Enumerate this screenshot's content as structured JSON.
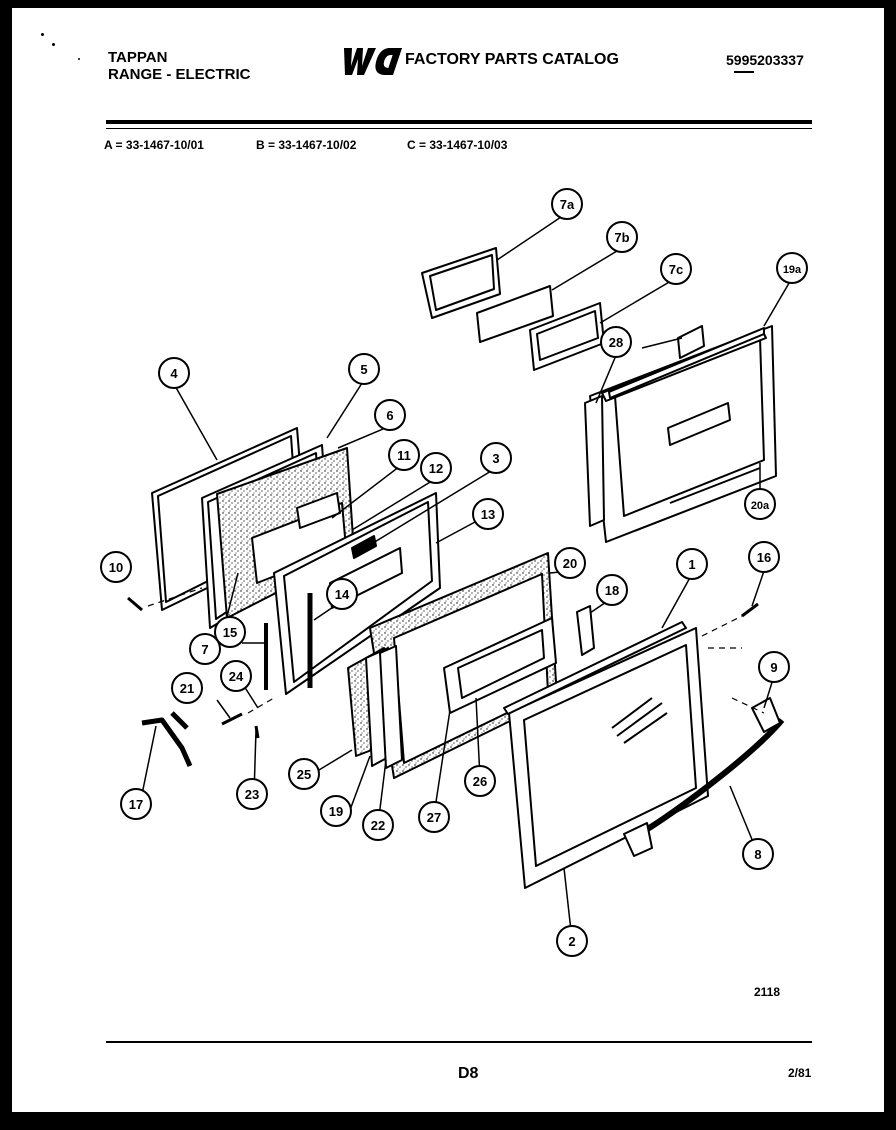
{
  "header": {
    "brand": "TAPPAN",
    "product": "RANGE - ELECTRIC",
    "logo_text": "WCI",
    "catalog_title": "FACTORY PARTS CATALOG",
    "catalog_number": "5995203337"
  },
  "models": {
    "a": "A = 33-1467-10/01",
    "b": "B = 33-1467-10/02",
    "c": "C = 33-1467-10/03"
  },
  "callouts": [
    "7a",
    "7b",
    "7c",
    "19a",
    "28",
    "4",
    "5",
    "6",
    "11",
    "12",
    "3",
    "13",
    "20a",
    "10",
    "14",
    "20",
    "1",
    "16",
    "18",
    "15",
    "7",
    "21",
    "24",
    "9",
    "17",
    "23",
    "25",
    "19",
    "22",
    "27",
    "26",
    "8",
    "2"
  ],
  "footer": {
    "reference": "2118",
    "page": "D8",
    "date": "2/81"
  }
}
